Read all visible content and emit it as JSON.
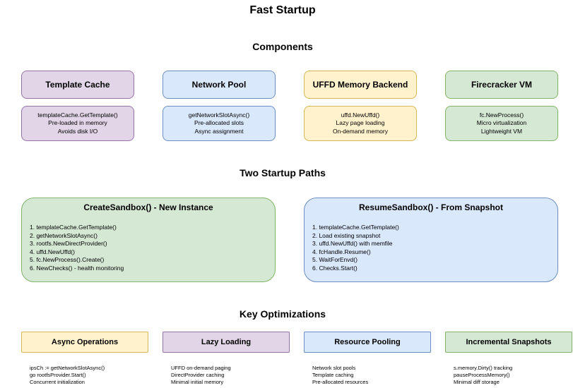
{
  "title": "Fast Startup",
  "sections": {
    "components": "Components",
    "paths": "Two Startup Paths",
    "optimizations": "Key Optimizations"
  },
  "components": [
    {
      "name": "Template Cache",
      "details": [
        "templateCache.GetTemplate()",
        "Pre-loaded in memory",
        "Avoids disk I/O"
      ],
      "color": "#e1d5e7"
    },
    {
      "name": "Network Pool",
      "details": [
        "getNetworkSlotAsync()",
        "Pre-allocated slots",
        "Async assignment"
      ],
      "color": "#dae8fc"
    },
    {
      "name": "UFFD Memory Backend",
      "details": [
        "uffd.NewUffd()",
        "Lazy page loading",
        "On-demand memory"
      ],
      "color": "#fff2cc"
    },
    {
      "name": "Firecracker VM",
      "details": [
        "fc.NewProcess()",
        "Micro virtualization",
        "Lightweight VM"
      ],
      "color": "#d5e8d4"
    }
  ],
  "paths": [
    {
      "title": "CreateSandbox() - New Instance",
      "steps": [
        "1. templateCache.GetTemplate()",
        "2. getNetworkSlotAsync()",
        "3. rootfs.NewDirectProvider()",
        "4. uffd.NewUffd()",
        "5. fc.NewProcess().Create()",
        "6. NewChecks() - health monitoring"
      ],
      "color": "#d5e8d4"
    },
    {
      "title": "ResumeSandbox() - From Snapshot",
      "steps": [
        "1. templateCache.GetTemplate()",
        "2. Load existing snapshot",
        "3. uffd.NewUffd() with memfile",
        "4. fcHandle.Resume()",
        "5. WaitForEnvd()",
        "6. Checks.Start()"
      ],
      "color": "#dae8fc"
    }
  ],
  "optimizations": [
    {
      "name": "Async Operations",
      "notes": [
        "ipsCh := getNetworkSlotAsync()",
        "go rootfsProvider.Start()",
        "Concurrent initialization"
      ],
      "color": "#fff2cc"
    },
    {
      "name": "Lazy Loading",
      "notes": [
        "UFFD on-demand paging",
        "DirectProvider caching",
        "Minimal initial memory"
      ],
      "color": "#e1d5e7"
    },
    {
      "name": "Resource Pooling",
      "notes": [
        "Network slot pools",
        "Template caching",
        "Pre-allocated resources"
      ],
      "color": "#dae8fc"
    },
    {
      "name": "Incremental Snapshots",
      "notes": [
        "s.memory.Dirty() tracking",
        "pauseProcessMemory()",
        "Minimal diff storage"
      ],
      "color": "#d5e8d4"
    }
  ]
}
